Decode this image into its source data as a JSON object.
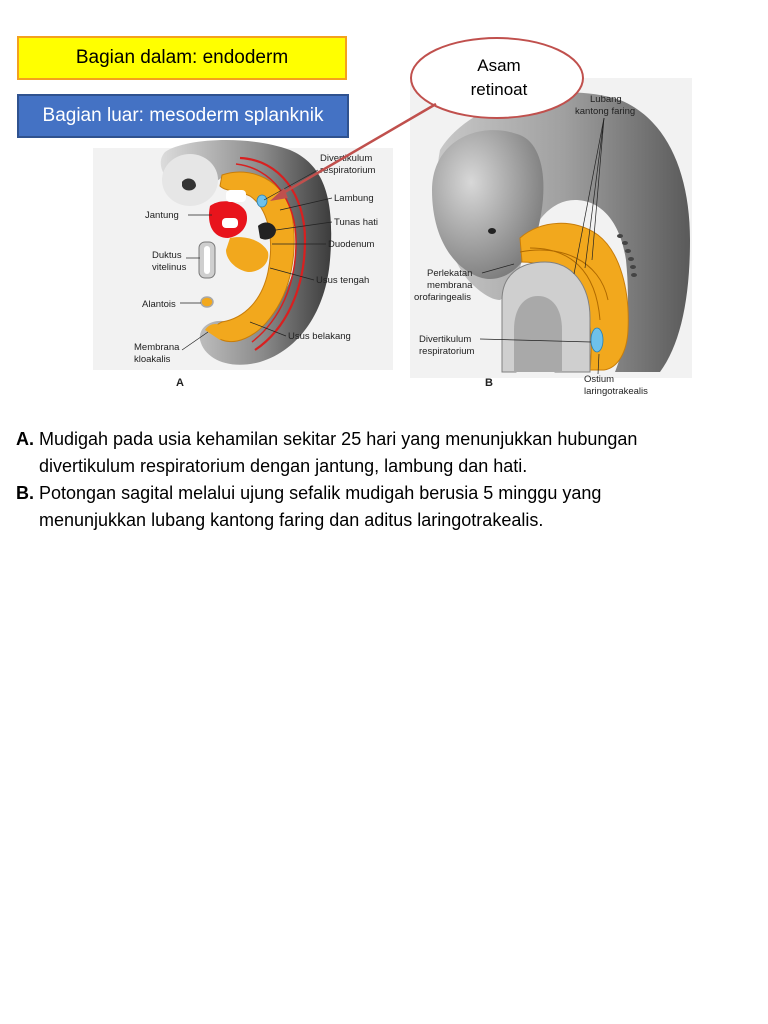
{
  "boxes": {
    "inner": "Bagian dalam: endoderm",
    "outer": "Bagian luar: mesoderm splanknik"
  },
  "callout": {
    "line1": "Asam",
    "line2": "retinoat"
  },
  "figure_a": {
    "panel": "A",
    "labels": {
      "divertikulum1": "Divertikulum",
      "divertikulum2": "respiratorium",
      "lambung": "Lambung",
      "jantung": "Jantung",
      "tunas_hati": "Tunas hati",
      "duodenum": "Duodenum",
      "duktus1": "Duktus",
      "duktus2": "vitelinus",
      "usus_tengah": "Usus tengah",
      "alantois": "Alantois",
      "usus_belakang": "Usus belakang",
      "membrana1": "Membrana",
      "membrana2": "kloakalis"
    }
  },
  "figure_b": {
    "panel": "B",
    "labels": {
      "lubang1": "Lubang",
      "lubang2": "kantong faring",
      "perlekatan1": "Perlekatan",
      "perlekatan2": "membrana",
      "perlekatan3": "orofaringealis",
      "divertikulum1": "Divertikulum",
      "divertikulum2": "respiratorium",
      "ostium1": "Ostium",
      "ostium2": "laringotrakealis"
    }
  },
  "caption": {
    "a_key": "A.",
    "a_line1": " Mudigah pada usia kehamilan sekitar 25 hari yang menunjukkan hubungan",
    "a_line2": "divertikulum respiratorium dengan jantung, lambung dan hati.",
    "b_key": "B.",
    "b_line1": " Potongan sagital melalui ujung sefalik mudigah berusia 5 minggu yang",
    "b_line2": "menunjukkan lubang kantong faring dan aditus laringotrakealis."
  },
  "colors": {
    "yellow_box": "#ffff00",
    "blue_box": "#4472c4",
    "callout_border": "#c0504d",
    "endoderm": "#f2a81d",
    "heart": "#e8141c",
    "tissue_gray": "#8c8c8c"
  }
}
